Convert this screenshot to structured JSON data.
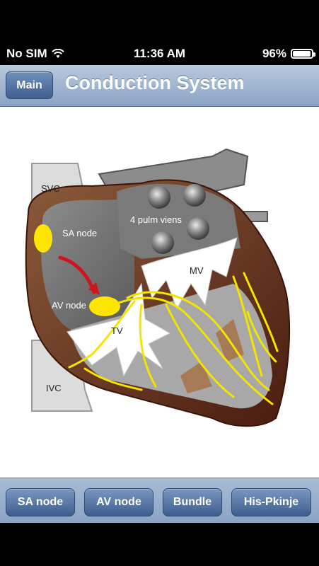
{
  "status": {
    "carrier": "No SIM",
    "time": "11:36 AM",
    "battery_percent": "96%",
    "battery_level": 0.96
  },
  "nav": {
    "back_label": "Main",
    "title": "Conduction System"
  },
  "diagram": {
    "labels": {
      "svc": "SVC",
      "sa_node": "SA node",
      "pulm": "4 pulm viens",
      "mv": "MV",
      "av_node": "AV node",
      "tv": "TV",
      "ivc": "IVC"
    }
  },
  "tabs": [
    {
      "label": "SA node"
    },
    {
      "label": "AV node"
    },
    {
      "label": "Bundle"
    },
    {
      "label": "His-Pkinje"
    }
  ]
}
